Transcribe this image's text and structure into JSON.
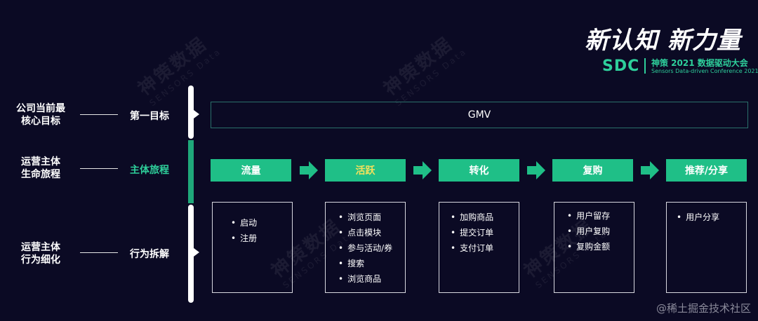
{
  "branding": {
    "slogan": "新认知 新力量",
    "logo": "SDC",
    "conference_name": "神策 2021 数据驱动大会",
    "conference_sub": "Sensors Data-driven Conference 2021"
  },
  "watermark": {
    "text": "神策数据",
    "sub": "SENSORS Data"
  },
  "rows": [
    {
      "left_label": "公司当前最核心目标",
      "left_lines": [
        "公司当前最",
        "核心目标"
      ],
      "mid_label": "第一目标"
    },
    {
      "left_label": "运营主体生命旅程",
      "left_lines": [
        "运营主体",
        "生命旅程"
      ],
      "mid_label": "主体旅程"
    },
    {
      "left_label": "运营主体行为细化",
      "left_lines": [
        "运营主体",
        "行为细化"
      ],
      "mid_label": "行为拆解"
    }
  ],
  "goal": "GMV",
  "stages": [
    {
      "label": "流量",
      "behaviors": [
        "启动",
        "注册"
      ]
    },
    {
      "label": "活跃",
      "behaviors": [
        "浏览页面",
        "点击模块",
        "参与活动/券",
        "搜索",
        "浏览商品"
      ]
    },
    {
      "label": "转化",
      "behaviors": [
        "加购商品",
        "提交订单",
        "支付订单"
      ]
    },
    {
      "label": "复购",
      "behaviors": [
        "用户留存",
        "用户复购",
        "复购金额"
      ]
    },
    {
      "label": "推荐/分享",
      "behaviors": [
        "用户分享"
      ]
    }
  ],
  "footer": "@稀土掘金技术社区",
  "colors": {
    "background": "#0b0a24",
    "accent": "#1fbf87",
    "active_text": "#f4e15c",
    "green_text": "#2ecf9b"
  }
}
